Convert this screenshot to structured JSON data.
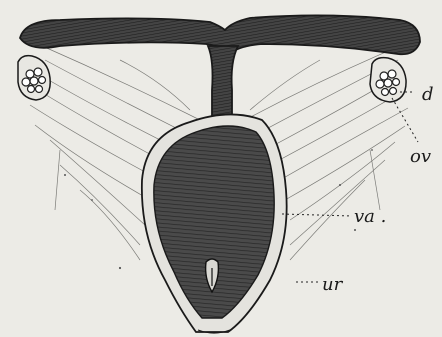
{
  "labels": {
    "d": "d",
    "ov": "ov",
    "va": "va .",
    "ur": "ur"
  },
  "colors": {
    "paper": "#ecebe6",
    "ink": "#1a1a1a",
    "fill_dark": "#3e3e3e"
  }
}
